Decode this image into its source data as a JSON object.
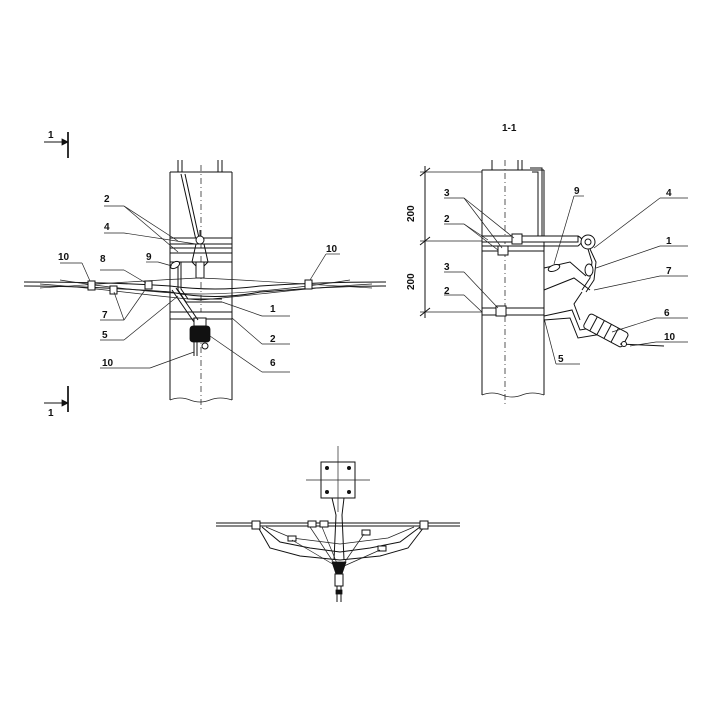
{
  "section_marks": {
    "top": "1",
    "bottom": "1"
  },
  "view_title": "1-1",
  "dimensions": [
    "200",
    "200"
  ],
  "front_labels": {
    "l2a": "2",
    "l4": "4",
    "l9": "9",
    "l8": "8",
    "l10a": "10",
    "l10b": "10",
    "l7": "7",
    "l5": "5",
    "l10c": "10",
    "l1": "1",
    "l2b": "2",
    "l6": "6"
  },
  "side_labels": {
    "l3a": "3",
    "l2a": "2",
    "l3b": "3",
    "l2b": "2",
    "l9": "9",
    "l4": "4",
    "l1": "1",
    "l7": "7",
    "l6": "6",
    "l10": "10",
    "l5": "5"
  }
}
